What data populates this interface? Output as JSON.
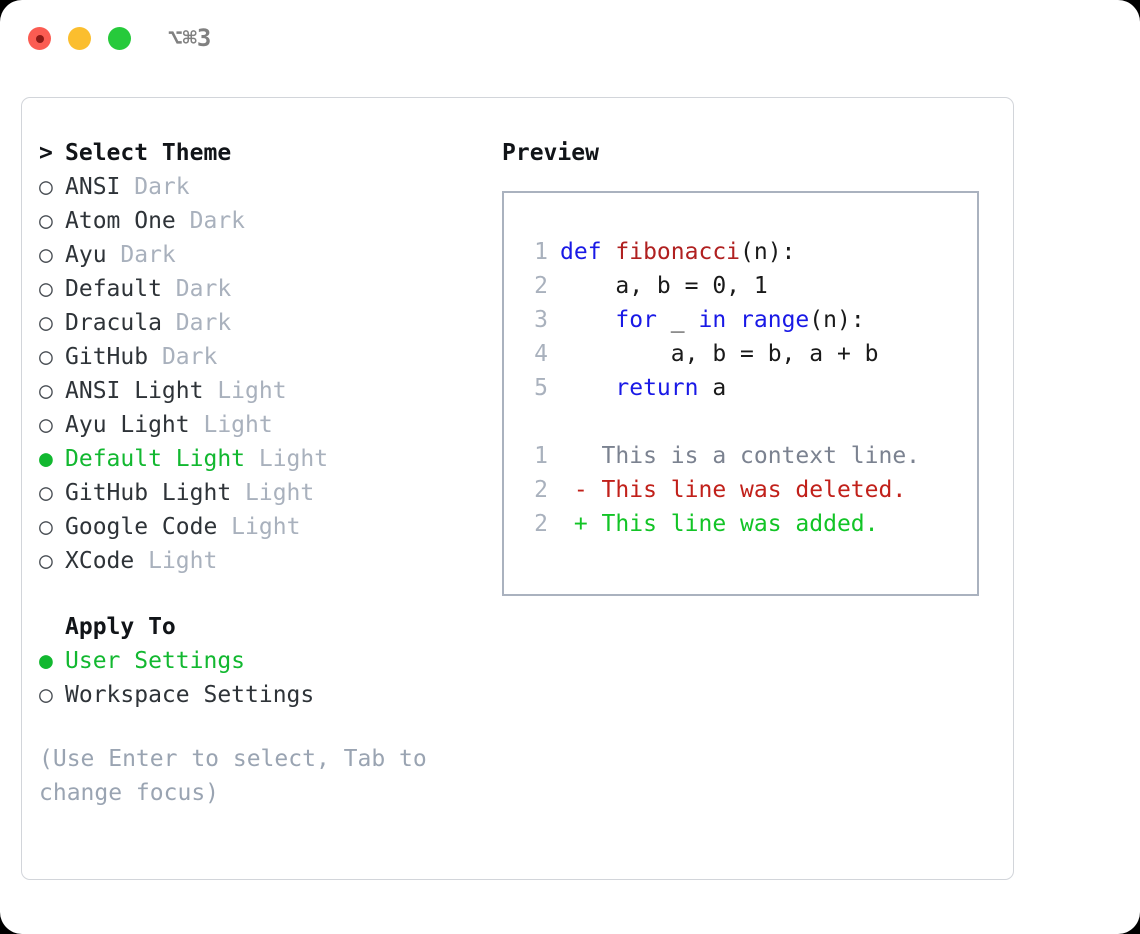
{
  "titlebar": {
    "shortcut": "⌥⌘3",
    "buttons": [
      {
        "name": "close",
        "color": "#fb5c52"
      },
      {
        "name": "minimize",
        "color": "#fbbe2e"
      },
      {
        "name": "maximize",
        "color": "#26ca3b"
      }
    ]
  },
  "theme_list": {
    "header": {
      "prefix": ">",
      "label": "Select Theme"
    },
    "items": [
      {
        "bullet": "○",
        "name": "ANSI",
        "suffix": "Dark",
        "selected": false
      },
      {
        "bullet": "○",
        "name": "Atom One",
        "suffix": "Dark",
        "selected": false
      },
      {
        "bullet": "○",
        "name": "Ayu",
        "suffix": "Dark",
        "selected": false
      },
      {
        "bullet": "○",
        "name": "Default",
        "suffix": "Dark",
        "selected": false
      },
      {
        "bullet": "○",
        "name": "Dracula",
        "suffix": "Dark",
        "selected": false
      },
      {
        "bullet": "○",
        "name": "GitHub",
        "suffix": "Dark",
        "selected": false
      },
      {
        "bullet": "○",
        "name": "ANSI Light",
        "suffix": "Light",
        "selected": false
      },
      {
        "bullet": "○",
        "name": "Ayu Light",
        "suffix": "Light",
        "selected": false
      },
      {
        "bullet": "●",
        "name": "Default Light",
        "suffix": "Light",
        "selected": true
      },
      {
        "bullet": "○",
        "name": "GitHub Light",
        "suffix": "Light",
        "selected": false
      },
      {
        "bullet": "○",
        "name": "Google Code",
        "suffix": "Light",
        "selected": false
      },
      {
        "bullet": "○",
        "name": "XCode",
        "suffix": "Light",
        "selected": false
      }
    ]
  },
  "apply_to": {
    "header": {
      "prefix": " ",
      "label": "Apply To"
    },
    "items": [
      {
        "bullet": "●",
        "name": "User Settings",
        "suffix": "",
        "selected": true
      },
      {
        "bullet": "○",
        "name": "Workspace Settings",
        "suffix": "",
        "selected": false
      }
    ]
  },
  "hint": "(Use Enter to select, Tab to\nchange focus)",
  "preview": {
    "title": "Preview",
    "code_lines": [
      {
        "num": "1",
        "segments": [
          {
            "t": "def ",
            "c": "kw"
          },
          {
            "t": "fibonacci",
            "c": "fn"
          },
          {
            "t": "(n):",
            "c": "pl"
          }
        ]
      },
      {
        "num": "2",
        "segments": [
          {
            "t": "    a, b = 0, 1",
            "c": "pl"
          }
        ]
      },
      {
        "num": "3",
        "segments": [
          {
            "t": "    ",
            "c": "pl"
          },
          {
            "t": "for",
            "c": "kw"
          },
          {
            "t": " _ ",
            "c": "pl"
          },
          {
            "t": "in",
            "c": "kw"
          },
          {
            "t": " ",
            "c": "pl"
          },
          {
            "t": "range",
            "c": "kw"
          },
          {
            "t": "(n):",
            "c": "pl"
          }
        ]
      },
      {
        "num": "4",
        "segments": [
          {
            "t": "        a, b = b, a + b",
            "c": "pl"
          }
        ]
      },
      {
        "num": "5",
        "segments": [
          {
            "t": "    ",
            "c": "pl"
          },
          {
            "t": "return",
            "c": "kw"
          },
          {
            "t": " a",
            "c": "pl"
          }
        ]
      }
    ],
    "diff_lines": [
      {
        "num": "1",
        "segments": [
          {
            "t": "   This is a context line.",
            "c": "ctx"
          }
        ]
      },
      {
        "num": "2",
        "segments": [
          {
            "t": " - This line was deleted.",
            "c": "del"
          }
        ]
      },
      {
        "num": "2",
        "segments": [
          {
            "t": " + This line was added.",
            "c": "add"
          }
        ]
      }
    ]
  },
  "colors": {
    "accent_green": "#12b830",
    "keyword_blue": "#1919e6",
    "function_red": "#b02020",
    "diff_deleted": "#c1201a",
    "diff_added": "#12c426",
    "muted_gray": "#a9b1bd",
    "hint_gray": "#9aa4b2"
  }
}
